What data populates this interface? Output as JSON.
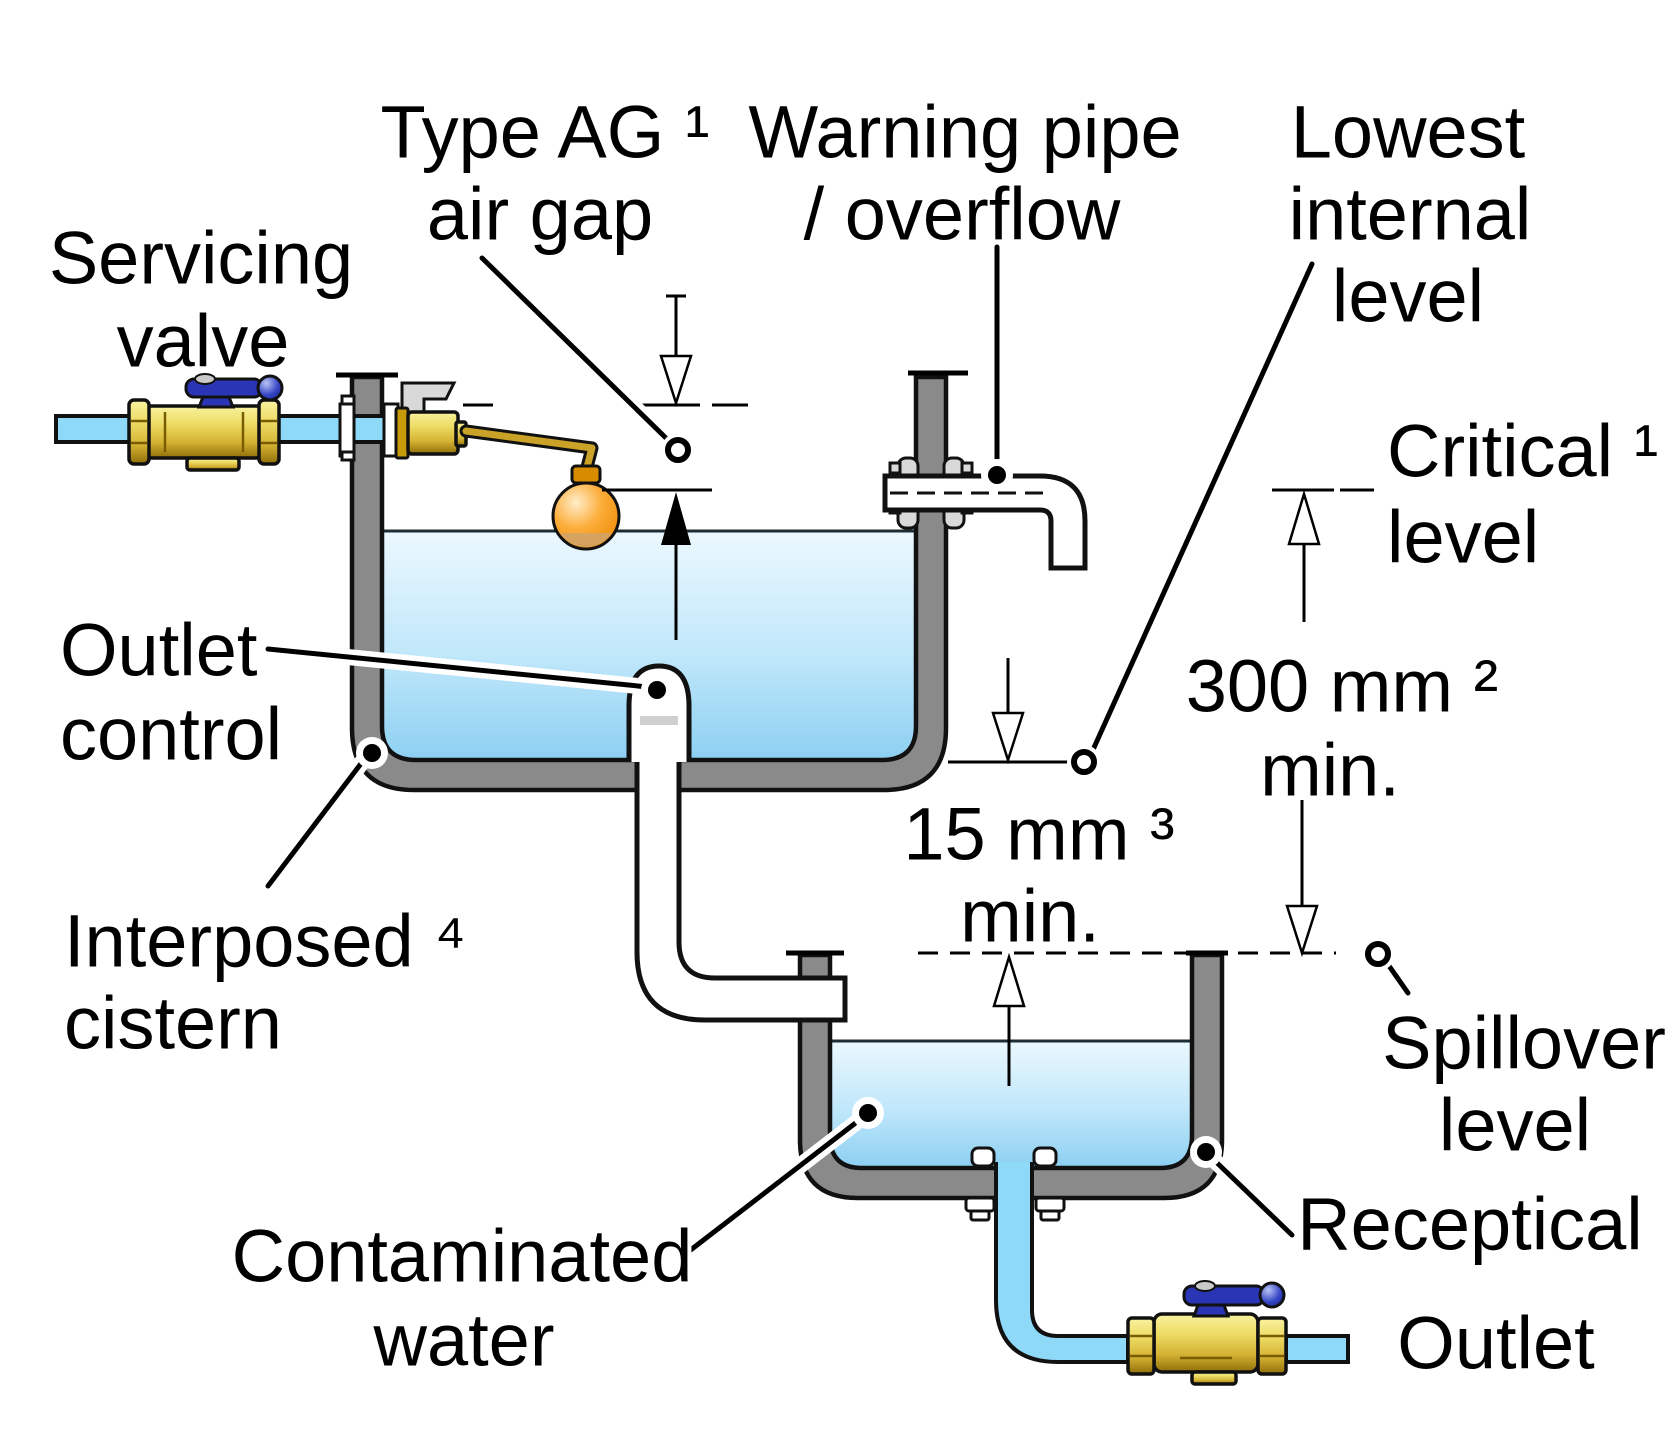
{
  "labels": {
    "type_ag": {
      "line1": "Type AG ¹",
      "line2": "air gap"
    },
    "warning_pipe": {
      "line1": "Warning pipe",
      "line2": "/ overflow"
    },
    "lowest_internal": {
      "line1": "Lowest",
      "line2": "internal",
      "line3": "level"
    },
    "servicing_valve": {
      "line1": "Servicing",
      "line2": "valve"
    },
    "critical_level": {
      "line1": "Critical ¹",
      "line2": "level"
    },
    "dim_300": {
      "line1": "300 mm ²",
      "line2": "min."
    },
    "outlet_control": {
      "line1": "Outlet",
      "line2": "control"
    },
    "dim_15": {
      "line1": "15 mm ³",
      "line2": "min."
    },
    "interposed_cistern": {
      "line1": "Interposed ⁴",
      "line2": "cistern"
    },
    "contaminated_water": {
      "line1": "Contaminated",
      "line2": "water"
    },
    "spillover_level": {
      "line1": "Spillover",
      "line2": "level"
    },
    "receptical": {
      "label": "Receptical"
    },
    "outlet": {
      "label": "Outlet"
    }
  },
  "colors": {
    "cistern_wall": "#8a8a8a",
    "supply_pipe_blue": "#8ed8f8",
    "handle_blue": "#2a35b5",
    "water_top": "#e9f7fe",
    "water_bottom": "#8ccff2",
    "brass_valve": "#e3c63e",
    "float_orange": "#f39000",
    "overflow_pipe_white": "#ffffff",
    "text_color": "#000000",
    "leader_halo": "#ffffff"
  }
}
